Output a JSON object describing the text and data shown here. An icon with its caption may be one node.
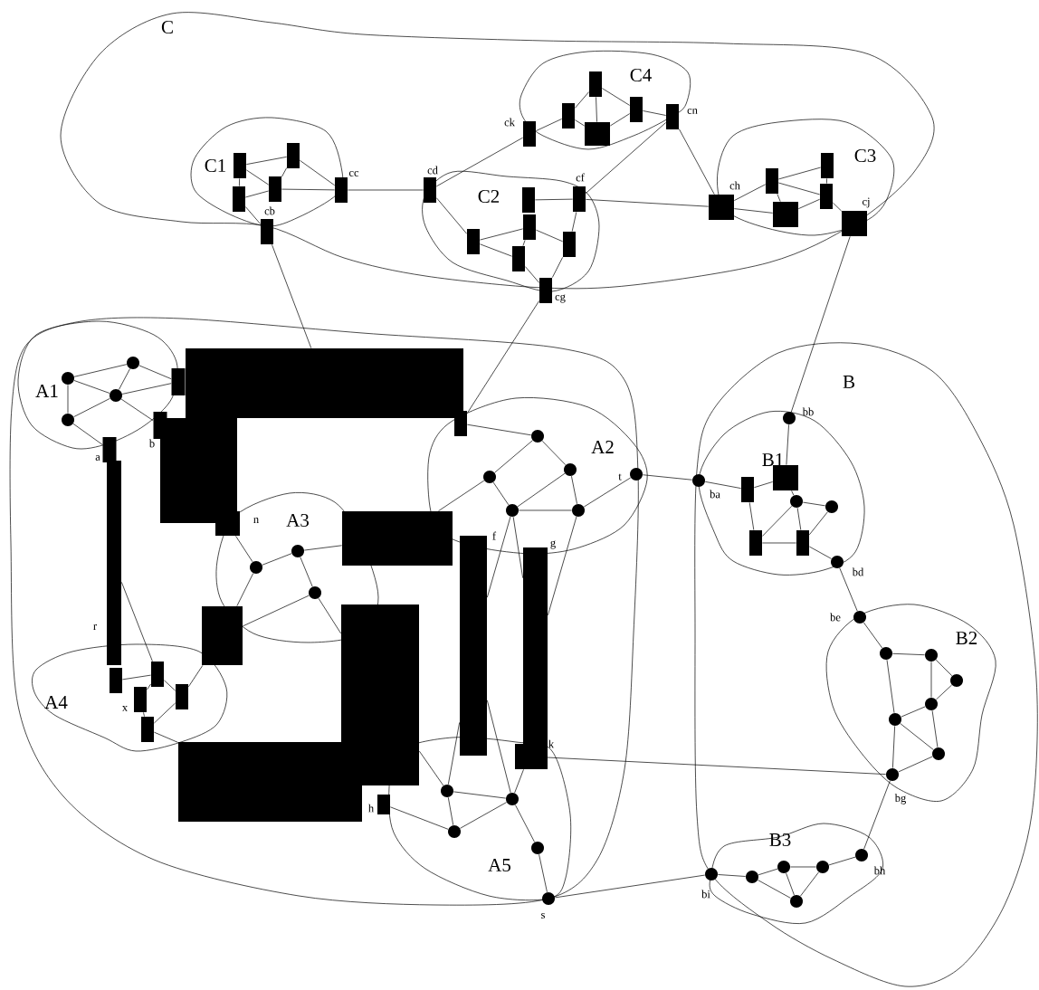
{
  "diagram": {
    "nodes": [
      {
        "text": [
          "C"
        ]
      },
      {
        "text": [
          "C1"
        ],
        "in": 0
      },
      {
        "text": [
          "C2"
        ],
        "in": 0
      },
      {
        "text": [
          "C3"
        ],
        "in": 0
      },
      {
        "text": [
          "C4"
        ],
        "in": 0
      },
      {
        "text": [],
        "shape": "box",
        "in": 1
      },
      {
        "text": [],
        "shape": "box",
        "in": 1
      },
      {
        "text": [],
        "shape": "box",
        "in": 1
      },
      {
        "text": [],
        "shape": "box",
        "in": 1
      },
      {
        "text": [],
        "shape": "box",
        "beside": [
          "cc"
        ],
        "in": 0
      },
      {
        "text": [],
        "shape": "box",
        "beside": [
          "cb"
        ]
      },
      {
        "text": [],
        "shape": "box",
        "beside": [
          "ck"
        ],
        "in": 0
      },
      {
        "text": [],
        "shape": "box",
        "in": 4
      },
      {
        "text": [],
        "shape": "box",
        "in": 4
      },
      {
        "text": [],
        "shape": "box",
        "in": 4
      },
      {
        "text": [],
        "shape": "box",
        "in": 4
      },
      {
        "text": [],
        "shape": "box",
        "beside": [
          "cn"
        ],
        "in": 0
      },
      {
        "text": [],
        "shape": "box",
        "beside": [
          "cd"
        ],
        "in": 2
      },
      {
        "text": [],
        "shape": "box",
        "in": 2
      },
      {
        "text": [],
        "shape": "box",
        "in": 2
      },
      {
        "text": [],
        "shape": "box",
        "in": 2
      },
      {
        "text": [],
        "shape": "box",
        "in": 2
      },
      {
        "text": [],
        "shape": "box",
        "in": 2
      },
      {
        "text": [],
        "shape": "box",
        "beside": [
          "cf"
        ],
        "in": 2
      },
      {
        "text": [],
        "shape": "box",
        "beside": [
          "cg"
        ]
      },
      {
        "text": [],
        "shape": "box",
        "beside": [
          "ch"
        ],
        "in": 0
      },
      {
        "text": [],
        "shape": "box",
        "in": 3
      },
      {
        "text": [],
        "shape": "box",
        "in": 3
      },
      {
        "text": [],
        "shape": "box",
        "in": 3
      },
      {
        "text": [],
        "shape": "box",
        "in": 3
      },
      {
        "text": [],
        "shape": "box",
        "beside": [
          "cj"
        ],
        "in": 3
      },
      {
        "text": [],
        "shape": "cloud"
      },
      {
        "text": [
          "A1"
        ],
        "in": 31
      },
      {
        "text": [
          "A2"
        ],
        "in": 31
      },
      {
        "text": [
          "A3"
        ],
        "in": 31
      },
      {
        "text": [
          "A4"
        ],
        "in": 31
      },
      {
        "text": [
          "A5"
        ],
        "in": 31
      },
      {
        "text": [],
        "shape": "circle",
        "in": 32
      },
      {
        "text": [],
        "shape": "circle",
        "in": 32
      },
      {
        "text": [],
        "shape": "circle",
        "in": 32
      },
      {
        "text": [],
        "shape": "circle",
        "in": 32
      },
      {
        "text": [],
        "shape": "box",
        "in": 31
      },
      {
        "text": [],
        "shape": "box",
        "beside": [
          "b"
        ],
        "in": 31
      },
      {
        "text": [],
        "shape": "box",
        "beside": [
          "a"
        ],
        "in": 31
      },
      {
        "text": [],
        "shape": "box",
        "in": 31
      },
      {
        "text": [],
        "shape": "box",
        "in": 31
      },
      {
        "text": [],
        "shape": "box",
        "beside": [
          "n"
        ],
        "in": 31
      },
      {
        "text": [],
        "shape": "box",
        "in": 31
      },
      {
        "text": [],
        "shape": "box",
        "beside": [
          "f"
        ],
        "in": 31
      },
      {
        "text": [],
        "shape": "box",
        "beside": [
          "g"
        ],
        "in": 31
      },
      {
        "text": [],
        "shape": "box",
        "in": 31
      },
      {
        "text": [],
        "shape": "box",
        "in": 31
      },
      {
        "text": [],
        "shape": "box",
        "in": 31
      },
      {
        "text": [],
        "shape": "box",
        "beside": [
          "r"
        ],
        "in": 31
      },
      {
        "text": [],
        "shape": "box",
        "in": 33
      },
      {
        "text": [],
        "shape": "circle",
        "in": 33
      },
      {
        "text": [],
        "shape": "circle",
        "in": 33
      },
      {
        "text": [],
        "shape": "circle",
        "in": 33
      },
      {
        "text": [],
        "shape": "circle",
        "in": 33
      },
      {
        "text": [],
        "shape": "circle",
        "in": 33
      },
      {
        "text": [],
        "shape": "circle",
        "beside": [
          "t"
        ],
        "in": 33
      },
      {
        "text": [],
        "shape": "circle",
        "in": 34
      },
      {
        "text": [],
        "shape": "circle",
        "in": 34
      },
      {
        "text": [],
        "shape": "circle",
        "in": 34
      },
      {
        "text": [],
        "shape": "box",
        "in": 35
      },
      {
        "text": [],
        "shape": "box",
        "in": 35
      },
      {
        "text": [],
        "shape": "box",
        "beside": [
          "x"
        ],
        "in": 35
      },
      {
        "text": [],
        "shape": "box",
        "in": 35
      },
      {
        "text": [],
        "shape": "box",
        "in": 35
      },
      {
        "text": [],
        "shape": "box",
        "beside": [
          "k"
        ],
        "in": 36
      },
      {
        "text": [],
        "shape": "circle",
        "in": 36
      },
      {
        "text": [],
        "shape": "circle",
        "in": 36
      },
      {
        "text": [],
        "shape": "circle",
        "in": 36
      },
      {
        "text": [],
        "shape": "circle",
        "in": 36
      },
      {
        "text": [],
        "shape": "box",
        "beside": [
          "h"
        ],
        "in": 31
      },
      {
        "text": [],
        "shape": "circle",
        "beside": [
          "s"
        ]
      },
      {
        "text": [
          "B"
        ]
      },
      {
        "text": [
          "B1"
        ],
        "in": 76
      },
      {
        "text": [
          "B2"
        ],
        "in": 76
      },
      {
        "text": [
          "B3"
        ],
        "in": 76
      },
      {
        "text": [],
        "shape": "circle",
        "beside": [
          "bb"
        ],
        "in": 77
      },
      {
        "text": [],
        "shape": "circle",
        "beside": [
          "ba"
        ]
      },
      {
        "text": [],
        "shape": "box",
        "in": 77
      },
      {
        "text": [],
        "shape": "box",
        "in": 77
      },
      {
        "text": [],
        "shape": "circle",
        "in": 77
      },
      {
        "text": [],
        "shape": "circle",
        "in": 77
      },
      {
        "text": [],
        "shape": "box",
        "in": 77
      },
      {
        "text": [],
        "shape": "box",
        "in": 77
      },
      {
        "text": [],
        "shape": "circle",
        "beside": [
          "bd"
        ],
        "in": 77
      },
      {
        "text": [],
        "shape": "circle",
        "beside": [
          "be"
        ],
        "in": 78
      },
      {
        "text": [],
        "shape": "circle",
        "in": 78
      },
      {
        "text": [],
        "shape": "circle",
        "in": 78
      },
      {
        "text": [],
        "shape": "circle",
        "in": 78
      },
      {
        "text": [],
        "shape": "circle",
        "in": 78
      },
      {
        "text": [],
        "shape": "circle",
        "in": 78
      },
      {
        "text": [],
        "shape": "circle",
        "in": 78
      },
      {
        "text": [],
        "shape": "circle",
        "beside": [
          "bg"
        ],
        "in": 78
      },
      {
        "text": [],
        "shape": "circle",
        "beside": [
          "bh"
        ],
        "in": 79
      },
      {
        "text": [],
        "shape": "circle",
        "beside": [
          "bi"
        ]
      },
      {
        "text": [],
        "shape": "circle",
        "in": 79
      },
      {
        "text": [],
        "shape": "circle",
        "in": 79
      },
      {
        "text": [],
        "shape": "circle",
        "in": 79
      },
      {
        "text": [],
        "shape": "circle",
        "in": 79
      }
    ],
    "edges": [
      {
        "from": 5,
        "to": 6,
        "arrow": "none"
      },
      {
        "from": 5,
        "to": 7,
        "arrow": "none"
      },
      {
        "from": 5,
        "to": 8,
        "arrow": "none"
      },
      {
        "from": 6,
        "to": 7,
        "arrow": "none"
      },
      {
        "from": 6,
        "to": 9,
        "arrow": "none"
      },
      {
        "from": 7,
        "to": 9,
        "arrow": "none"
      },
      {
        "from": 8,
        "to": 7,
        "arrow": "none"
      },
      {
        "from": 8,
        "to": 10,
        "arrow": "none"
      },
      {
        "from": 9,
        "to": 17,
        "arrow": "none"
      },
      {
        "from": 10,
        "to": 44,
        "arrow": "none"
      },
      {
        "from": 17,
        "to": 11,
        "arrow": "none"
      },
      {
        "from": 11,
        "to": 13,
        "arrow": "none"
      },
      {
        "from": 13,
        "to": 12,
        "arrow": "none"
      },
      {
        "from": 12,
        "to": 14,
        "arrow": "none"
      },
      {
        "from": 12,
        "to": 15,
        "arrow": "none"
      },
      {
        "from": 13,
        "to": 14,
        "arrow": "none"
      },
      {
        "from": 14,
        "to": 15,
        "arrow": "none"
      },
      {
        "from": 15,
        "to": 16,
        "arrow": "none"
      },
      {
        "from": 16,
        "to": 23,
        "arrow": "none"
      },
      {
        "from": 16,
        "to": 25,
        "arrow": "none"
      },
      {
        "from": 17,
        "to": 20,
        "arrow": "none"
      },
      {
        "from": 18,
        "to": 23,
        "arrow": "none"
      },
      {
        "from": 20,
        "to": 19,
        "arrow": "none"
      },
      {
        "from": 20,
        "to": 21,
        "arrow": "none"
      },
      {
        "from": 19,
        "to": 21,
        "arrow": "none"
      },
      {
        "from": 19,
        "to": 22,
        "arrow": "none"
      },
      {
        "from": 23,
        "to": 22,
        "arrow": "none"
      },
      {
        "from": 21,
        "to": 24,
        "arrow": "none"
      },
      {
        "from": 22,
        "to": 24,
        "arrow": "none"
      },
      {
        "from": 23,
        "to": 25,
        "arrow": "none"
      },
      {
        "from": 24,
        "to": 54,
        "arrow": "none"
      },
      {
        "from": 25,
        "to": 26,
        "arrow": "none"
      },
      {
        "from": 25,
        "to": 29,
        "arrow": "none"
      },
      {
        "from": 26,
        "to": 27,
        "arrow": "none"
      },
      {
        "from": 26,
        "to": 28,
        "arrow": "none"
      },
      {
        "from": 26,
        "to": 29,
        "arrow": "none"
      },
      {
        "from": 27,
        "to": 28,
        "arrow": "none"
      },
      {
        "from": 29,
        "to": 28,
        "arrow": "none"
      },
      {
        "from": 28,
        "to": 30,
        "arrow": "none"
      },
      {
        "from": 30,
        "to": 80,
        "arrow": "none"
      },
      {
        "from": 37,
        "to": 38,
        "arrow": "none"
      },
      {
        "from": 37,
        "to": 39,
        "arrow": "none"
      },
      {
        "from": 37,
        "to": 41,
        "arrow": "none"
      },
      {
        "from": 38,
        "to": 39,
        "arrow": "none"
      },
      {
        "from": 38,
        "to": 40,
        "arrow": "none"
      },
      {
        "from": 39,
        "to": 40,
        "arrow": "none"
      },
      {
        "from": 39,
        "to": 41,
        "arrow": "none"
      },
      {
        "from": 39,
        "to": 42,
        "arrow": "none"
      },
      {
        "from": 40,
        "to": 43,
        "arrow": "none"
      },
      {
        "from": 54,
        "to": 55,
        "arrow": "none"
      },
      {
        "from": 55,
        "to": 56,
        "arrow": "none"
      },
      {
        "from": 55,
        "to": 57,
        "arrow": "none"
      },
      {
        "from": 56,
        "to": 47,
        "arrow": "none"
      },
      {
        "from": 56,
        "to": 58,
        "arrow": "none"
      },
      {
        "from": 57,
        "to": 58,
        "arrow": "none"
      },
      {
        "from": 57,
        "to": 59,
        "arrow": "none"
      },
      {
        "from": 58,
        "to": 59,
        "arrow": "none"
      },
      {
        "from": 58,
        "to": 48,
        "arrow": "none"
      },
      {
        "from": 58,
        "to": 49,
        "arrow": "none"
      },
      {
        "from": 59,
        "to": 49,
        "arrow": "none"
      },
      {
        "from": 59,
        "to": 60,
        "arrow": "none"
      },
      {
        "from": 60,
        "to": 81,
        "arrow": "none"
      },
      {
        "from": 46,
        "to": 61,
        "arrow": "none"
      },
      {
        "from": 61,
        "to": 62,
        "arrow": "none"
      },
      {
        "from": 62,
        "to": 47,
        "arrow": "none"
      },
      {
        "from": 62,
        "to": 63,
        "arrow": "none"
      },
      {
        "from": 63,
        "to": 51,
        "arrow": "none"
      },
      {
        "from": 63,
        "to": 50,
        "arrow": "none"
      },
      {
        "from": 61,
        "to": 50,
        "arrow": "none"
      },
      {
        "from": 53,
        "to": 65,
        "arrow": "none"
      },
      {
        "from": 64,
        "to": 65,
        "arrow": "none"
      },
      {
        "from": 65,
        "to": 66,
        "arrow": "none"
      },
      {
        "from": 65,
        "to": 67,
        "arrow": "none"
      },
      {
        "from": 67,
        "to": 50,
        "arrow": "none"
      },
      {
        "from": 66,
        "to": 68,
        "arrow": "none"
      },
      {
        "from": 68,
        "to": 67,
        "arrow": "none"
      },
      {
        "from": 68,
        "to": 52,
        "arrow": "none"
      },
      {
        "from": 51,
        "to": 70,
        "arrow": "none"
      },
      {
        "from": 48,
        "to": 70,
        "arrow": "none"
      },
      {
        "from": 48,
        "to": 71,
        "arrow": "none"
      },
      {
        "from": 69,
        "to": 71,
        "arrow": "none"
      },
      {
        "from": 70,
        "to": 71,
        "arrow": "none"
      },
      {
        "from": 70,
        "to": 72,
        "arrow": "none"
      },
      {
        "from": 71,
        "to": 72,
        "arrow": "none"
      },
      {
        "from": 74,
        "to": 72,
        "arrow": "none"
      },
      {
        "from": 71,
        "to": 73,
        "arrow": "none"
      },
      {
        "from": 73,
        "to": 75,
        "arrow": "none"
      },
      {
        "from": 69,
        "to": 96,
        "arrow": "none"
      },
      {
        "from": 75,
        "to": 98,
        "arrow": "none"
      },
      {
        "from": 80,
        "to": 83,
        "arrow": "none"
      },
      {
        "from": 81,
        "to": 82,
        "arrow": "none"
      },
      {
        "from": 82,
        "to": 83,
        "arrow": "none"
      },
      {
        "from": 83,
        "to": 84,
        "arrow": "none"
      },
      {
        "from": 84,
        "to": 85,
        "arrow": "none"
      },
      {
        "from": 84,
        "to": 86,
        "arrow": "none"
      },
      {
        "from": 84,
        "to": 87,
        "arrow": "none"
      },
      {
        "from": 85,
        "to": 87,
        "arrow": "none"
      },
      {
        "from": 82,
        "to": 86,
        "arrow": "none"
      },
      {
        "from": 86,
        "to": 87,
        "arrow": "none"
      },
      {
        "from": 87,
        "to": 88,
        "arrow": "none"
      },
      {
        "from": 88,
        "to": 89,
        "arrow": "none"
      },
      {
        "from": 89,
        "to": 90,
        "arrow": "none"
      },
      {
        "from": 90,
        "to": 91,
        "arrow": "none"
      },
      {
        "from": 90,
        "to": 94,
        "arrow": "none"
      },
      {
        "from": 91,
        "to": 92,
        "arrow": "none"
      },
      {
        "from": 91,
        "to": 93,
        "arrow": "none"
      },
      {
        "from": 92,
        "to": 93,
        "arrow": "none"
      },
      {
        "from": 93,
        "to": 94,
        "arrow": "none"
      },
      {
        "from": 93,
        "to": 95,
        "arrow": "none"
      },
      {
        "from": 94,
        "to": 95,
        "arrow": "none"
      },
      {
        "from": 94,
        "to": 96,
        "arrow": "none"
      },
      {
        "from": 95,
        "to": 96,
        "arrow": "none"
      },
      {
        "from": 96,
        "to": 97,
        "arrow": "none"
      },
      {
        "from": 98,
        "to": 99,
        "arrow": "none"
      },
      {
        "from": 99,
        "to": 100,
        "arrow": "none"
      },
      {
        "from": 99,
        "to": 102,
        "arrow": "none"
      },
      {
        "from": 100,
        "to": 101,
        "arrow": "none"
      },
      {
        "from": 100,
        "to": 102,
        "arrow": "none"
      },
      {
        "from": 101,
        "to": 102,
        "arrow": "none"
      },
      {
        "from": 101,
        "to": 97,
        "arrow": "none"
      }
    ]
  }
}
